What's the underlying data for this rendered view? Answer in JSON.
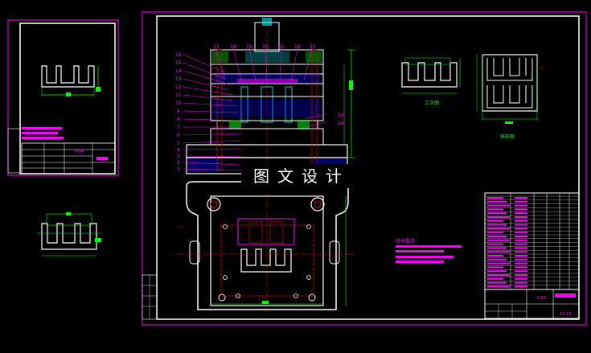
{
  "watermark": "图文设计",
  "views": {
    "part_view_label": "工字图",
    "layout_view_label": "排样图"
  },
  "part_numbers": [
    "16",
    "15",
    "14",
    "13",
    "12",
    "11",
    "10",
    "9",
    "8",
    "7",
    "6",
    "5",
    "4",
    "3",
    "2",
    "1"
  ],
  "top_callouts": [
    "17",
    "18",
    "19",
    "20",
    "21",
    "22",
    "23"
  ],
  "right_callouts": [
    "23",
    "24"
  ],
  "tech_requirements_title": "技术要求",
  "title_block": {
    "drawing_no_small": "P-04",
    "drawing_no_main": "P-04",
    "sheet_code": "A1-01"
  },
  "colors": {
    "background": "#000000",
    "outline": "#ffffff",
    "dimension": "#00ff00",
    "frame": "#ff00ff",
    "detail": "#00ffff",
    "accent": "#ff0000",
    "hatch": "#0000ff"
  }
}
